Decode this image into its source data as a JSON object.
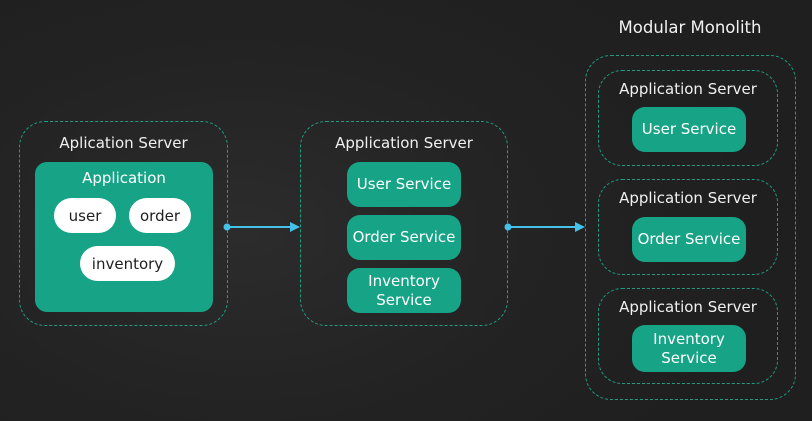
{
  "title": "Modular Monolith",
  "stage1": {
    "server_label": "Aplication Server",
    "app_label": "Application",
    "modules": [
      "user",
      "order",
      "inventory"
    ]
  },
  "stage2": {
    "server_label": "Application Server",
    "services": [
      "User Service",
      "Order Service",
      "Inventory\nService"
    ]
  },
  "stage3": {
    "servers": [
      {
        "label": "Application Server",
        "service": "User Service"
      },
      {
        "label": "Application Server",
        "service": "Order Service"
      },
      {
        "label": "Application Server",
        "service": "Inventory\nService"
      }
    ]
  },
  "colors": {
    "accent": "#17a386",
    "dashed_border": "#1f9d82",
    "arrow": "#45c2ea",
    "background": "#232323"
  }
}
